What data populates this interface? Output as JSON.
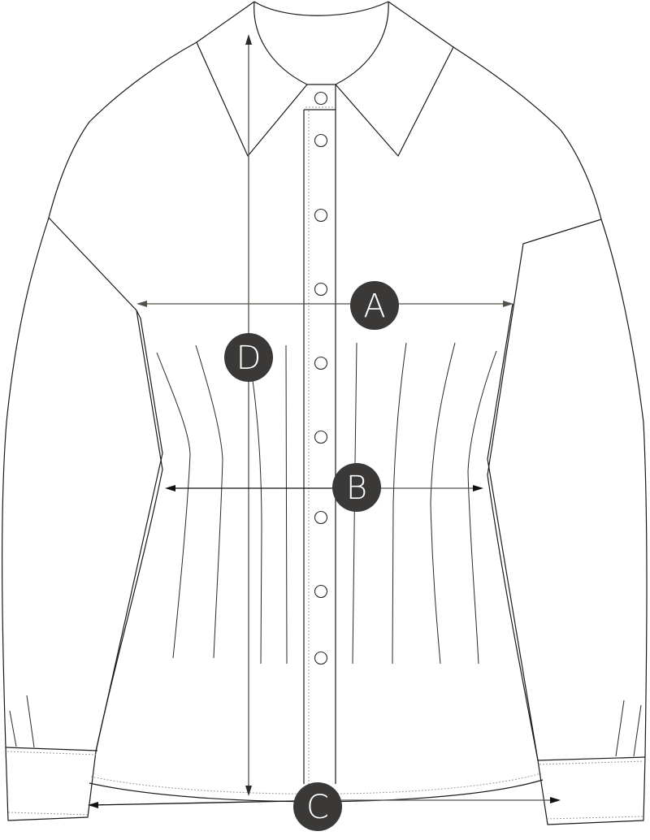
{
  "diagram": {
    "subject": "shirt technical flat sketch with measurement points",
    "colors": {
      "line": "#1a1a1a",
      "measure_line": "#555048",
      "badge_fill": "#3a3937",
      "badge_text": "#ffffff",
      "stitch": "#9a9a9a",
      "background": "#ffffff"
    },
    "measurements": [
      {
        "label": "A",
        "description": "chest width (armpit to armpit)"
      },
      {
        "label": "B",
        "description": "waist width"
      },
      {
        "label": "C",
        "description": "hem width"
      },
      {
        "label": "D",
        "description": "body length (collar to hem)"
      }
    ],
    "button_count": 9
  }
}
